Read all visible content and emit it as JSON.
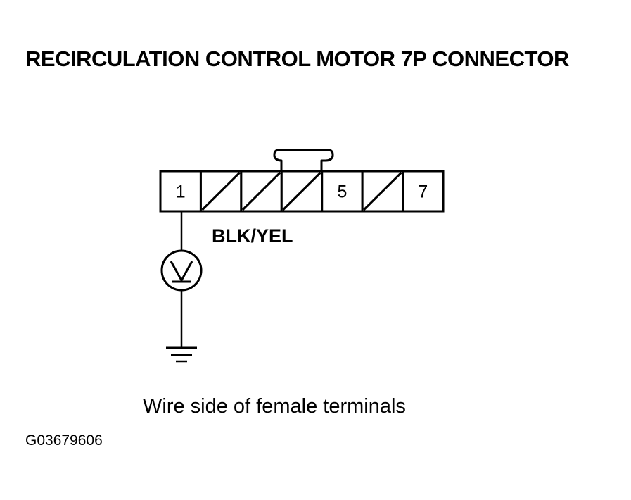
{
  "title": "RECIRCULATION CONTROL MOTOR 7P CONNECTOR",
  "connector": {
    "terminals": [
      {
        "label": "1",
        "used": true
      },
      {
        "label": "",
        "used": false
      },
      {
        "label": "",
        "used": false
      },
      {
        "label": "",
        "used": false
      },
      {
        "label": "5",
        "used": true
      },
      {
        "label": "",
        "used": false
      },
      {
        "label": "7",
        "used": true
      }
    ]
  },
  "wire_label": "BLK/YEL",
  "meter_icon": "voltmeter-icon",
  "ground_icon": "ground-icon",
  "caption": "Wire side of female terminals",
  "figure_id": "G03679606"
}
